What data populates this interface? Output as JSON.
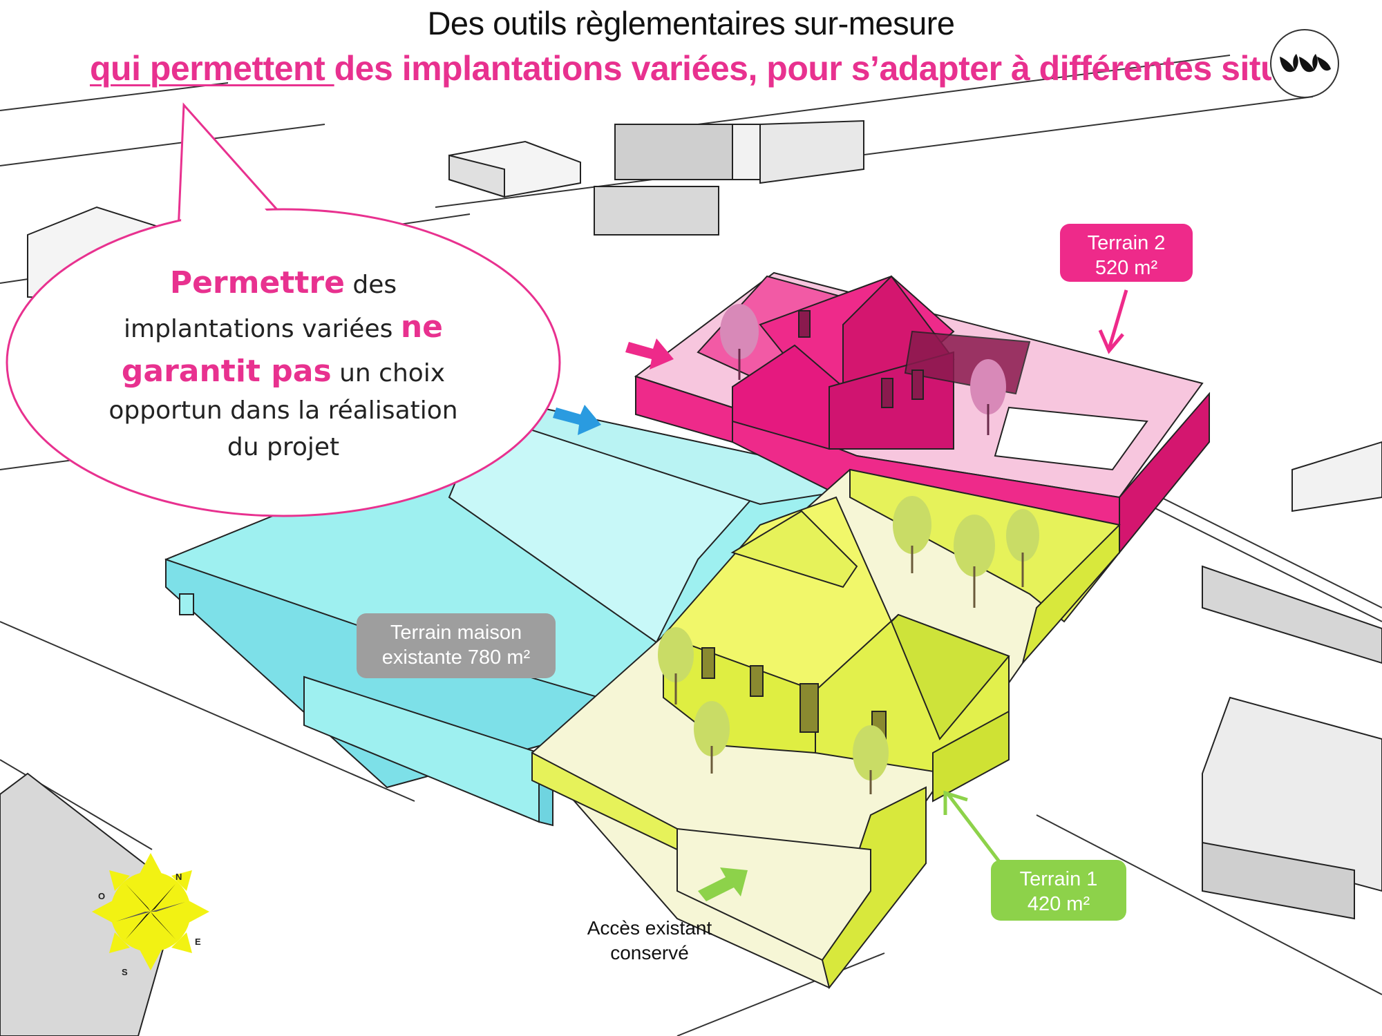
{
  "title": {
    "line1": "Des outils règlementaires sur-mesure",
    "line2_underlined": "qui permettent ",
    "line2_rest": "des implantations variées, pour s’adapter à différentes situations"
  },
  "bubble": {
    "w1": "Permettre",
    "t1": " des",
    "t2": "implantations variées ",
    "w2": "ne",
    "w3": "garantit pas",
    "t3": " un choix",
    "t4": "opportun dans la réalisation",
    "t5": "du projet"
  },
  "labels": {
    "terrain2_line1": "Terrain 2",
    "terrain2_line2": "520 m²",
    "terrain1_line1": "Terrain 1",
    "terrain1_line2": "420 m²",
    "maison_line1": "Terrain maison",
    "maison_line2": "existante 780 m²",
    "access_line1": "Accès existant",
    "access_line2": "conservé"
  },
  "compass": {
    "n": "N",
    "e": "E",
    "s": "S",
    "o": "O"
  },
  "colors": {
    "accent_pink": "#e8318f",
    "terrain2": "#ee2a8a",
    "terrain1": "#e6f25a",
    "maison": "#9ef0f0",
    "arrow_blue": "#2a9be0",
    "arrow_green": "#8dd24a",
    "sun": "#f2f213"
  },
  "icons": [
    "logo-icon",
    "compass-icon",
    "tree-icon"
  ]
}
